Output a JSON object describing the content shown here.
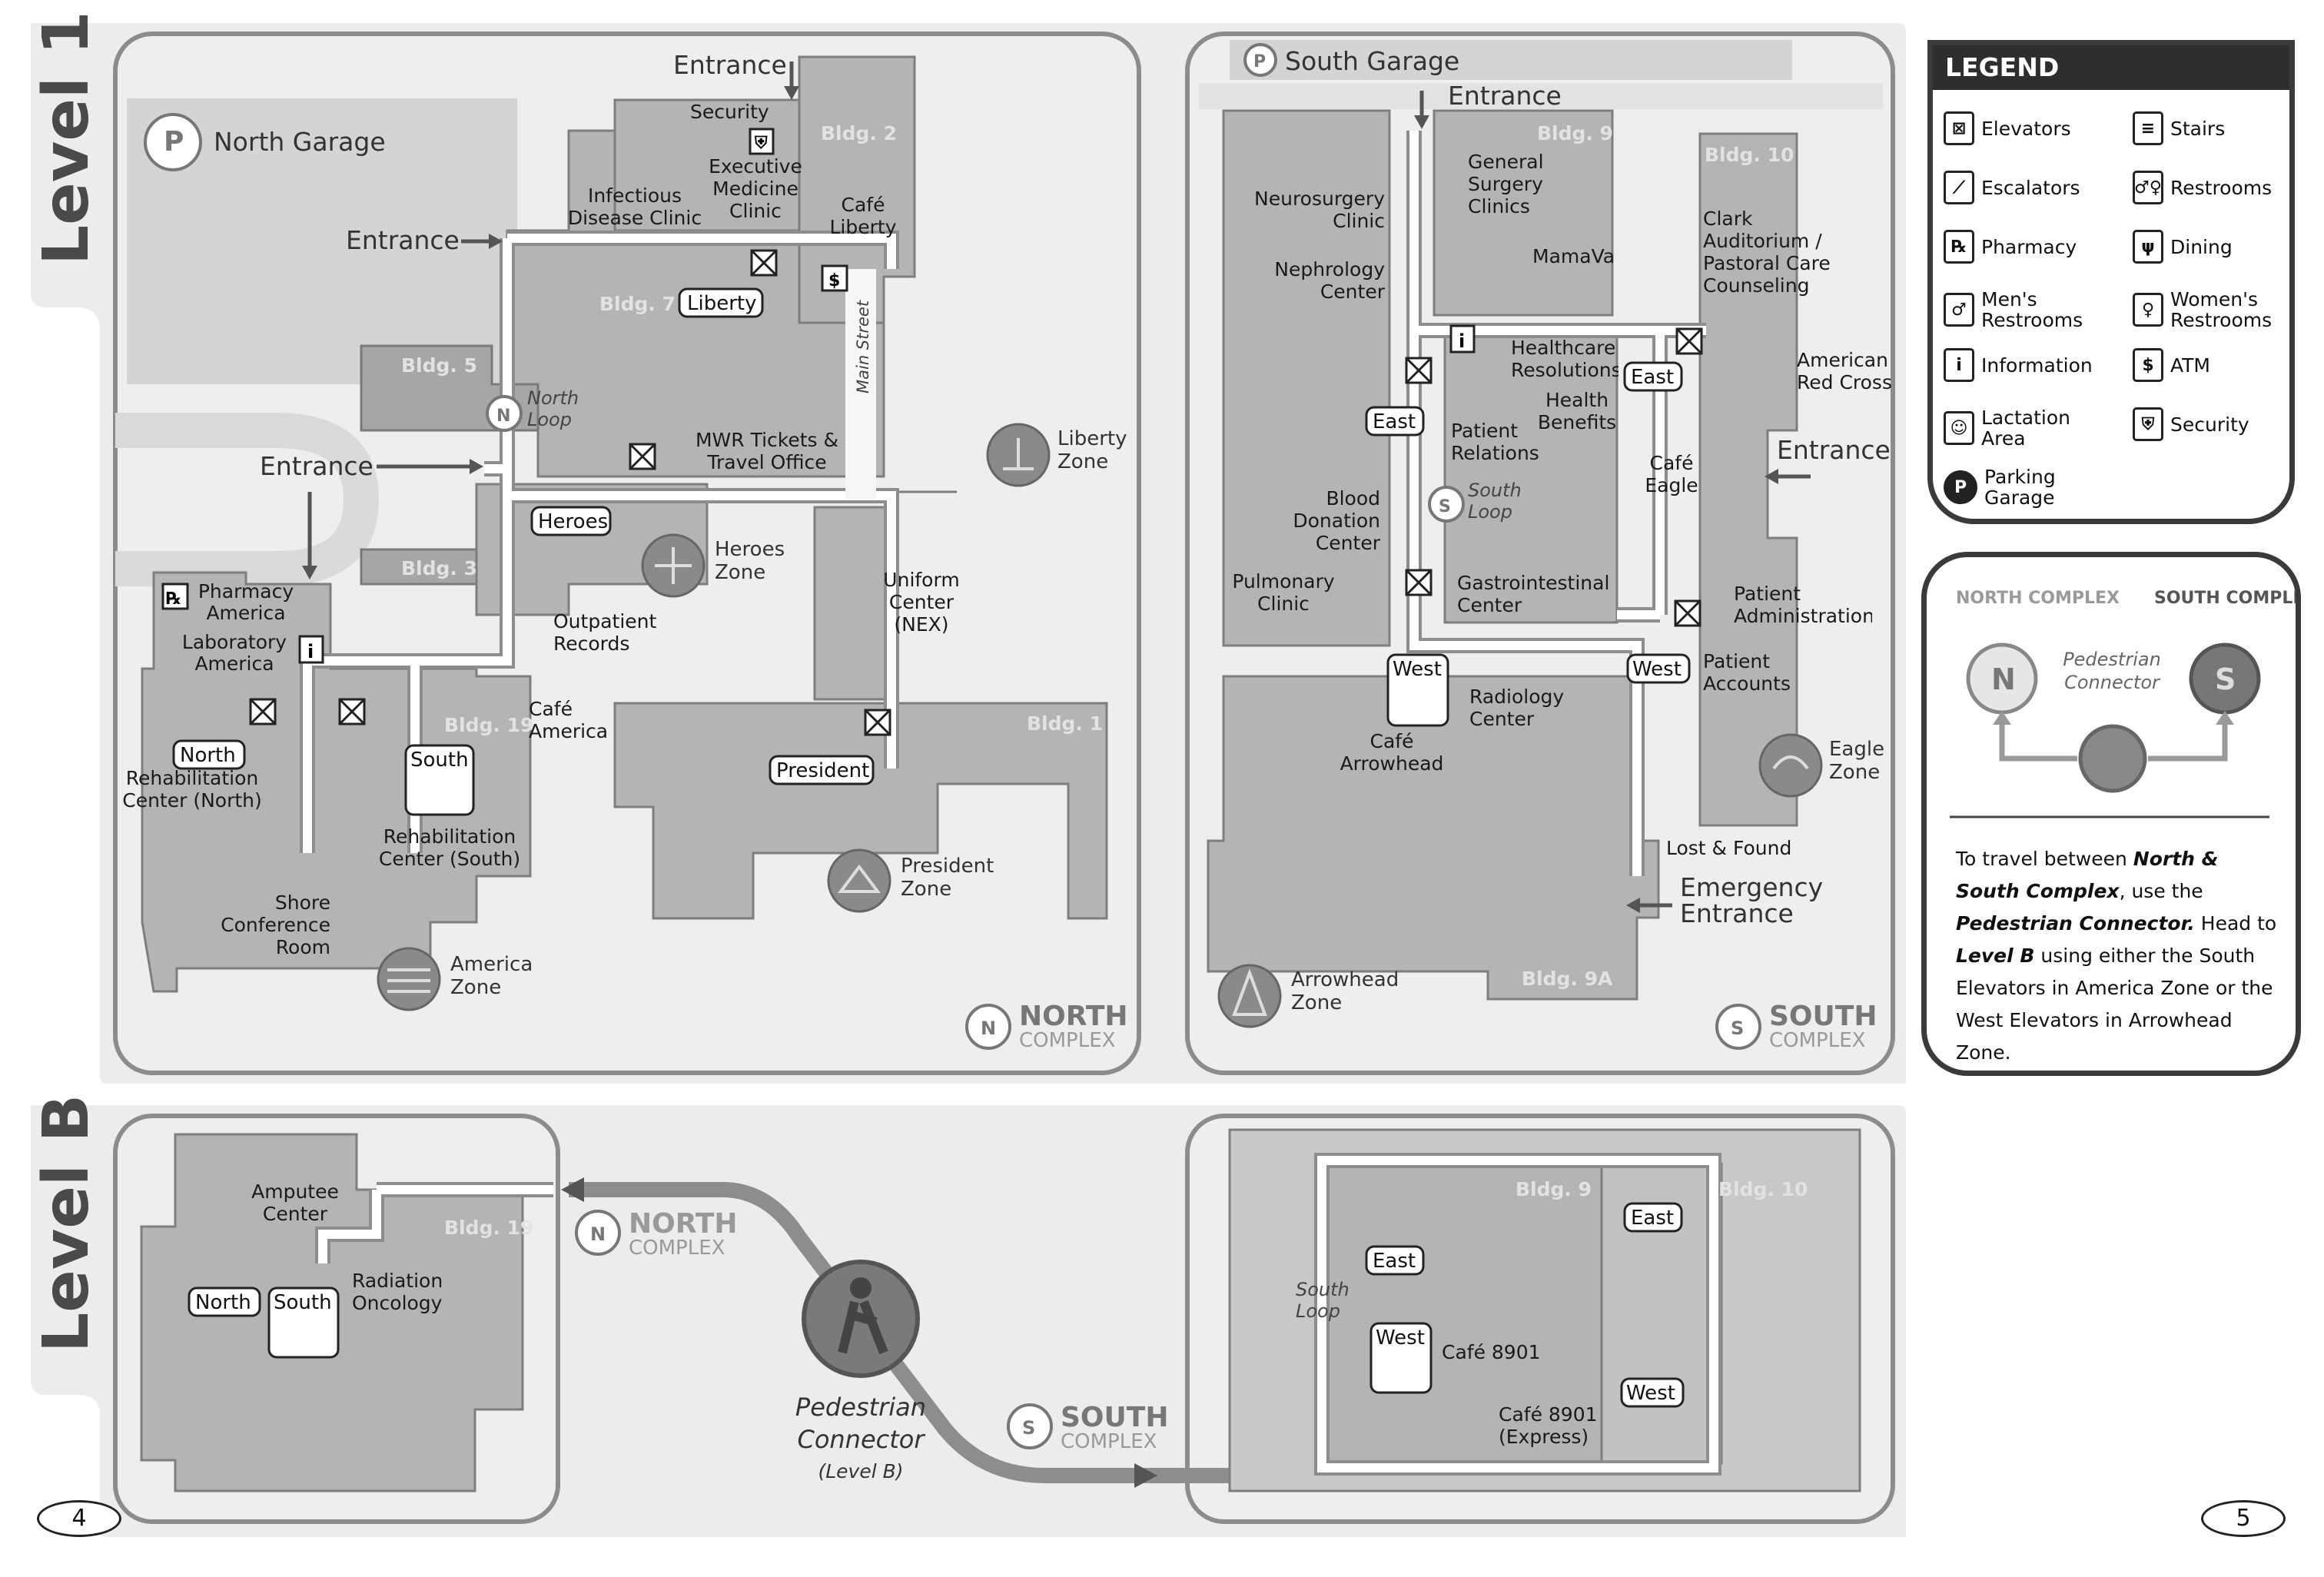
{
  "levels": {
    "level_1": "Level 1",
    "level_b": "Level B"
  },
  "garages": {
    "north": "North Garage",
    "south": "South Garage",
    "parking_symbol": "P"
  },
  "entrances": {
    "label": "Entrance",
    "emergency": "Emergency Entrance"
  },
  "buildings": {
    "bldg2": "Bldg. 2",
    "bldg7": "Bldg. 7",
    "bldg5": "Bldg. 5",
    "bldg3": "Bldg. 3",
    "bldg19": "Bldg. 19",
    "bldg1": "Bldg. 1",
    "bldg9": "Bldg. 9",
    "bldg10": "Bldg. 10",
    "bldg9a": "Bldg. 9A"
  },
  "north_level1": {
    "security": "Security",
    "executive_medicine": "Executive Medicine Clinic",
    "infectious_disease": "Infectious Disease Clinic",
    "cafe_liberty": "Café Liberty",
    "main_street": "Main Street",
    "north_loop": "North Loop",
    "mwr_tickets": "MWR Tickets & Travel Office",
    "outpatient_records": "Outpatient Records",
    "pharmacy_america": "Pharmacy America",
    "laboratory_america": "Laboratory America",
    "cafe_america": "Café America",
    "rehab_north": "Rehabilitation Center (North)",
    "rehab_south": "Rehabilitation Center (South)",
    "shore_conference": "Shore Conference Room",
    "uniform_center": "Uniform Center (NEX)"
  },
  "south_level1": {
    "neurosurgery": "Neurosurgery Clinic",
    "nephrology": "Nephrology Center",
    "general_surgery": "General Surgery Clinics",
    "mamava": "MamaVa",
    "clark_auditorium": "Clark Auditorium / Pastoral Care Counseling",
    "american_red_cross": "American Red Cross",
    "healthcare_resolutions": "Healthcare Resolutions",
    "health_benefits": "Health Benefits",
    "patient_relations": "Patient Relations",
    "cafe_eagle": "Café Eagle",
    "south_loop": "South Loop",
    "blood_donation": "Blood Donation Center",
    "pulmonary": "Pulmonary Clinic",
    "gastrointestinal": "Gastrointestinal Center",
    "patient_administration": "Patient Administration",
    "patient_accounts": "Patient Accounts",
    "radiology": "Radiology Center",
    "cafe_arrowhead": "Café Arrowhead",
    "lost_found": "Lost & Found"
  },
  "level_b": {
    "amputee_center": "Amputee Center",
    "radiation_oncology": "Radiation Oncology",
    "cafe_8901": "Café 8901",
    "cafe_8901_express": "Café 8901 (Express)",
    "pedestrian_connector": "Pedestrian Connector",
    "pedestrian_level": "(Level B)"
  },
  "elevators": {
    "liberty": "Liberty",
    "heroes": "Heroes",
    "north": "North",
    "south": "South",
    "president": "President",
    "east": "East",
    "west": "West"
  },
  "zones": {
    "liberty": "Liberty Zone",
    "heroes": "Heroes Zone",
    "president": "President Zone",
    "america": "America Zone",
    "eagle": "Eagle Zone",
    "arrowhead": "Arrowhead Zone"
  },
  "complexes": {
    "north_big": "NORTH",
    "south_big": "SOUTH",
    "complex_word": "COMPLEX",
    "north_small": "NORTH COMPLEX",
    "south_small": "SOUTH COMPLEX",
    "north_letter": "N",
    "south_letter": "S"
  },
  "legend": {
    "title": "LEGEND",
    "items": [
      {
        "symbol": "⊠",
        "label": "Elevators"
      },
      {
        "symbol": "≡",
        "label": "Stairs"
      },
      {
        "symbol": "⟋",
        "label": "Escalators"
      },
      {
        "symbol": "♂♀",
        "label": "Restrooms"
      },
      {
        "symbol": "℞",
        "label": "Pharmacy"
      },
      {
        "symbol": "ψ",
        "label": "Dining"
      },
      {
        "symbol": "♂",
        "label": "Men's\nRestrooms"
      },
      {
        "symbol": "♀",
        "label": "Women's\nRestrooms"
      },
      {
        "symbol": "i",
        "label": "Information"
      },
      {
        "symbol": "$",
        "label": "ATM"
      },
      {
        "symbol": "☺",
        "label": "Lactation\nArea"
      },
      {
        "symbol": "⛨",
        "label": "Security"
      },
      {
        "symbol": "P",
        "label": "Parking\nGarage"
      }
    ]
  },
  "instructions": {
    "north_complex": "NORTH COMPLEX",
    "south_complex": "SOUTH COMPLEX",
    "connector": "Pedestrian Connector",
    "text_1": "To travel between ",
    "text_bold_1": "North & South Complex",
    "text_2": ", use the ",
    "text_bold_2": "Pedestrian Connector.",
    "text_3": " Head to ",
    "text_bold_3": "Level B",
    "text_4": " using either the South Elevators in America Zone or the West Elevators in Arrowhead Zone."
  },
  "pages": {
    "left": "4",
    "right": "5"
  },
  "colors": {
    "panel_bg": "#eeeeee",
    "building": "#b4b4b4",
    "route": "#ffffff",
    "ink": "#1a1a1a"
  }
}
